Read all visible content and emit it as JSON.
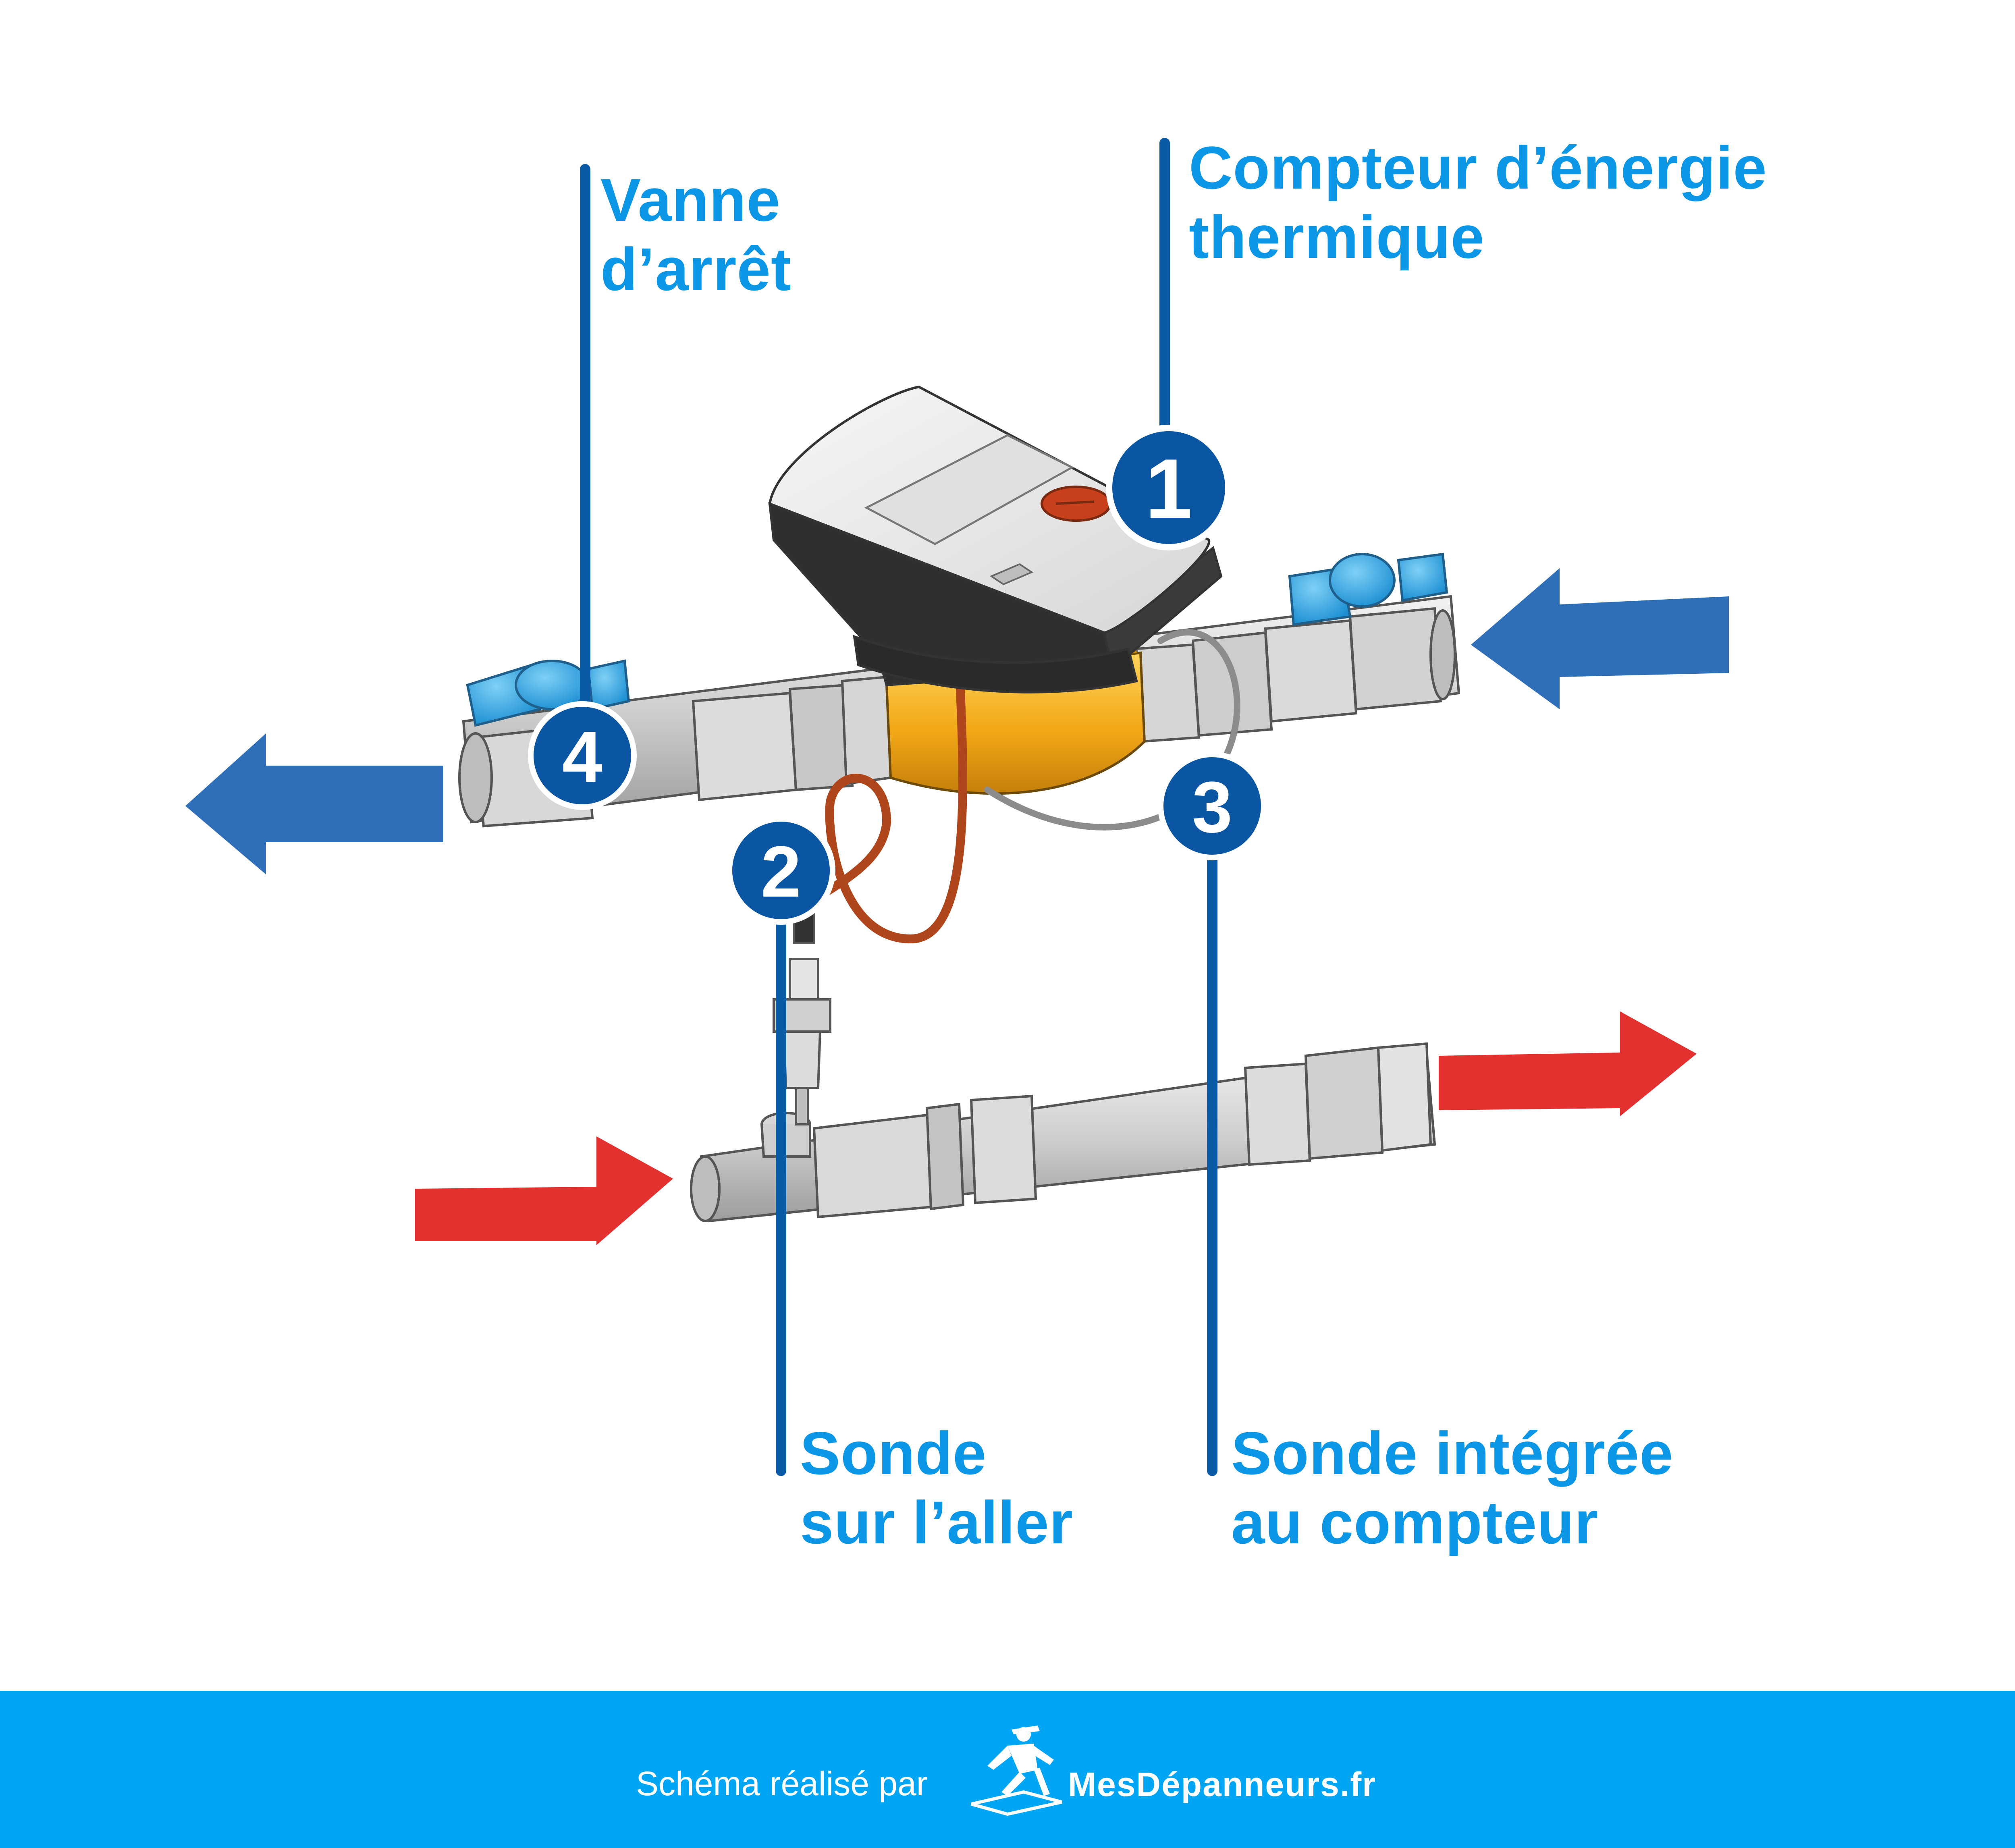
{
  "labels": {
    "vanne_arret": [
      "Vanne",
      "d’arrêt"
    ],
    "compteur": [
      "Compteur d’énergie",
      "thermique"
    ],
    "sonde_aller": [
      "Sonde",
      "sur l’aller"
    ],
    "sonde_integree": [
      "Sonde intégrée",
      "au compteur"
    ]
  },
  "markers": {
    "m1": "1",
    "m2": "2",
    "m3": "3",
    "m4": "4"
  },
  "footer": {
    "credit": "Schéma réalisé par",
    "brand": "MesDépanneurs.fr"
  },
  "colors": {
    "label_blue": "#0c96e6",
    "leader_navy": "#0b5aa6",
    "marker_navy": "#0b56a3",
    "arrow_blue": "#2e6fb7",
    "arrow_red": "#e3312f",
    "brass": "#f0a91c",
    "pipe_gray": "#c9c9c9",
    "valve_handle": "#39a6e3",
    "footer_bg": "#00a6f4"
  }
}
